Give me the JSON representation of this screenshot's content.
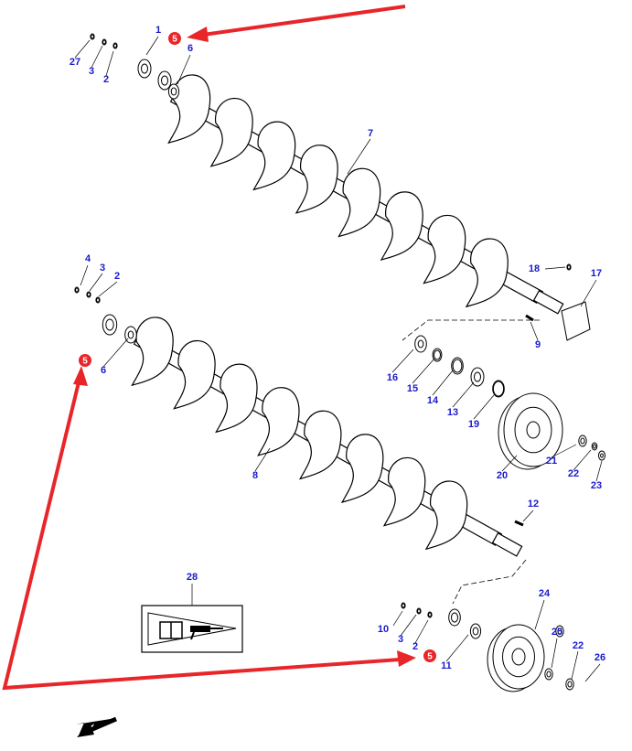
{
  "diagram": {
    "part_labels": [
      "1",
      "5",
      "6",
      "27",
      "3",
      "2",
      "7",
      "18",
      "17",
      "4",
      "3",
      "2",
      "5",
      "6",
      "9",
      "16",
      "15",
      "14",
      "13",
      "19",
      "20",
      "21",
      "22",
      "23",
      "8",
      "12",
      "28",
      "24",
      "10",
      "3",
      "2",
      "5",
      "11",
      "25",
      "22",
      "26"
    ],
    "highlighted_part": "5",
    "colors": {
      "label": "#1a1acc",
      "highlight": "#e8262a",
      "arrow": "#e8262a",
      "line": "#000000"
    },
    "icons": [
      "manual-book-icon",
      "grease-gun-icon",
      "direction-arrow-icon"
    ]
  }
}
